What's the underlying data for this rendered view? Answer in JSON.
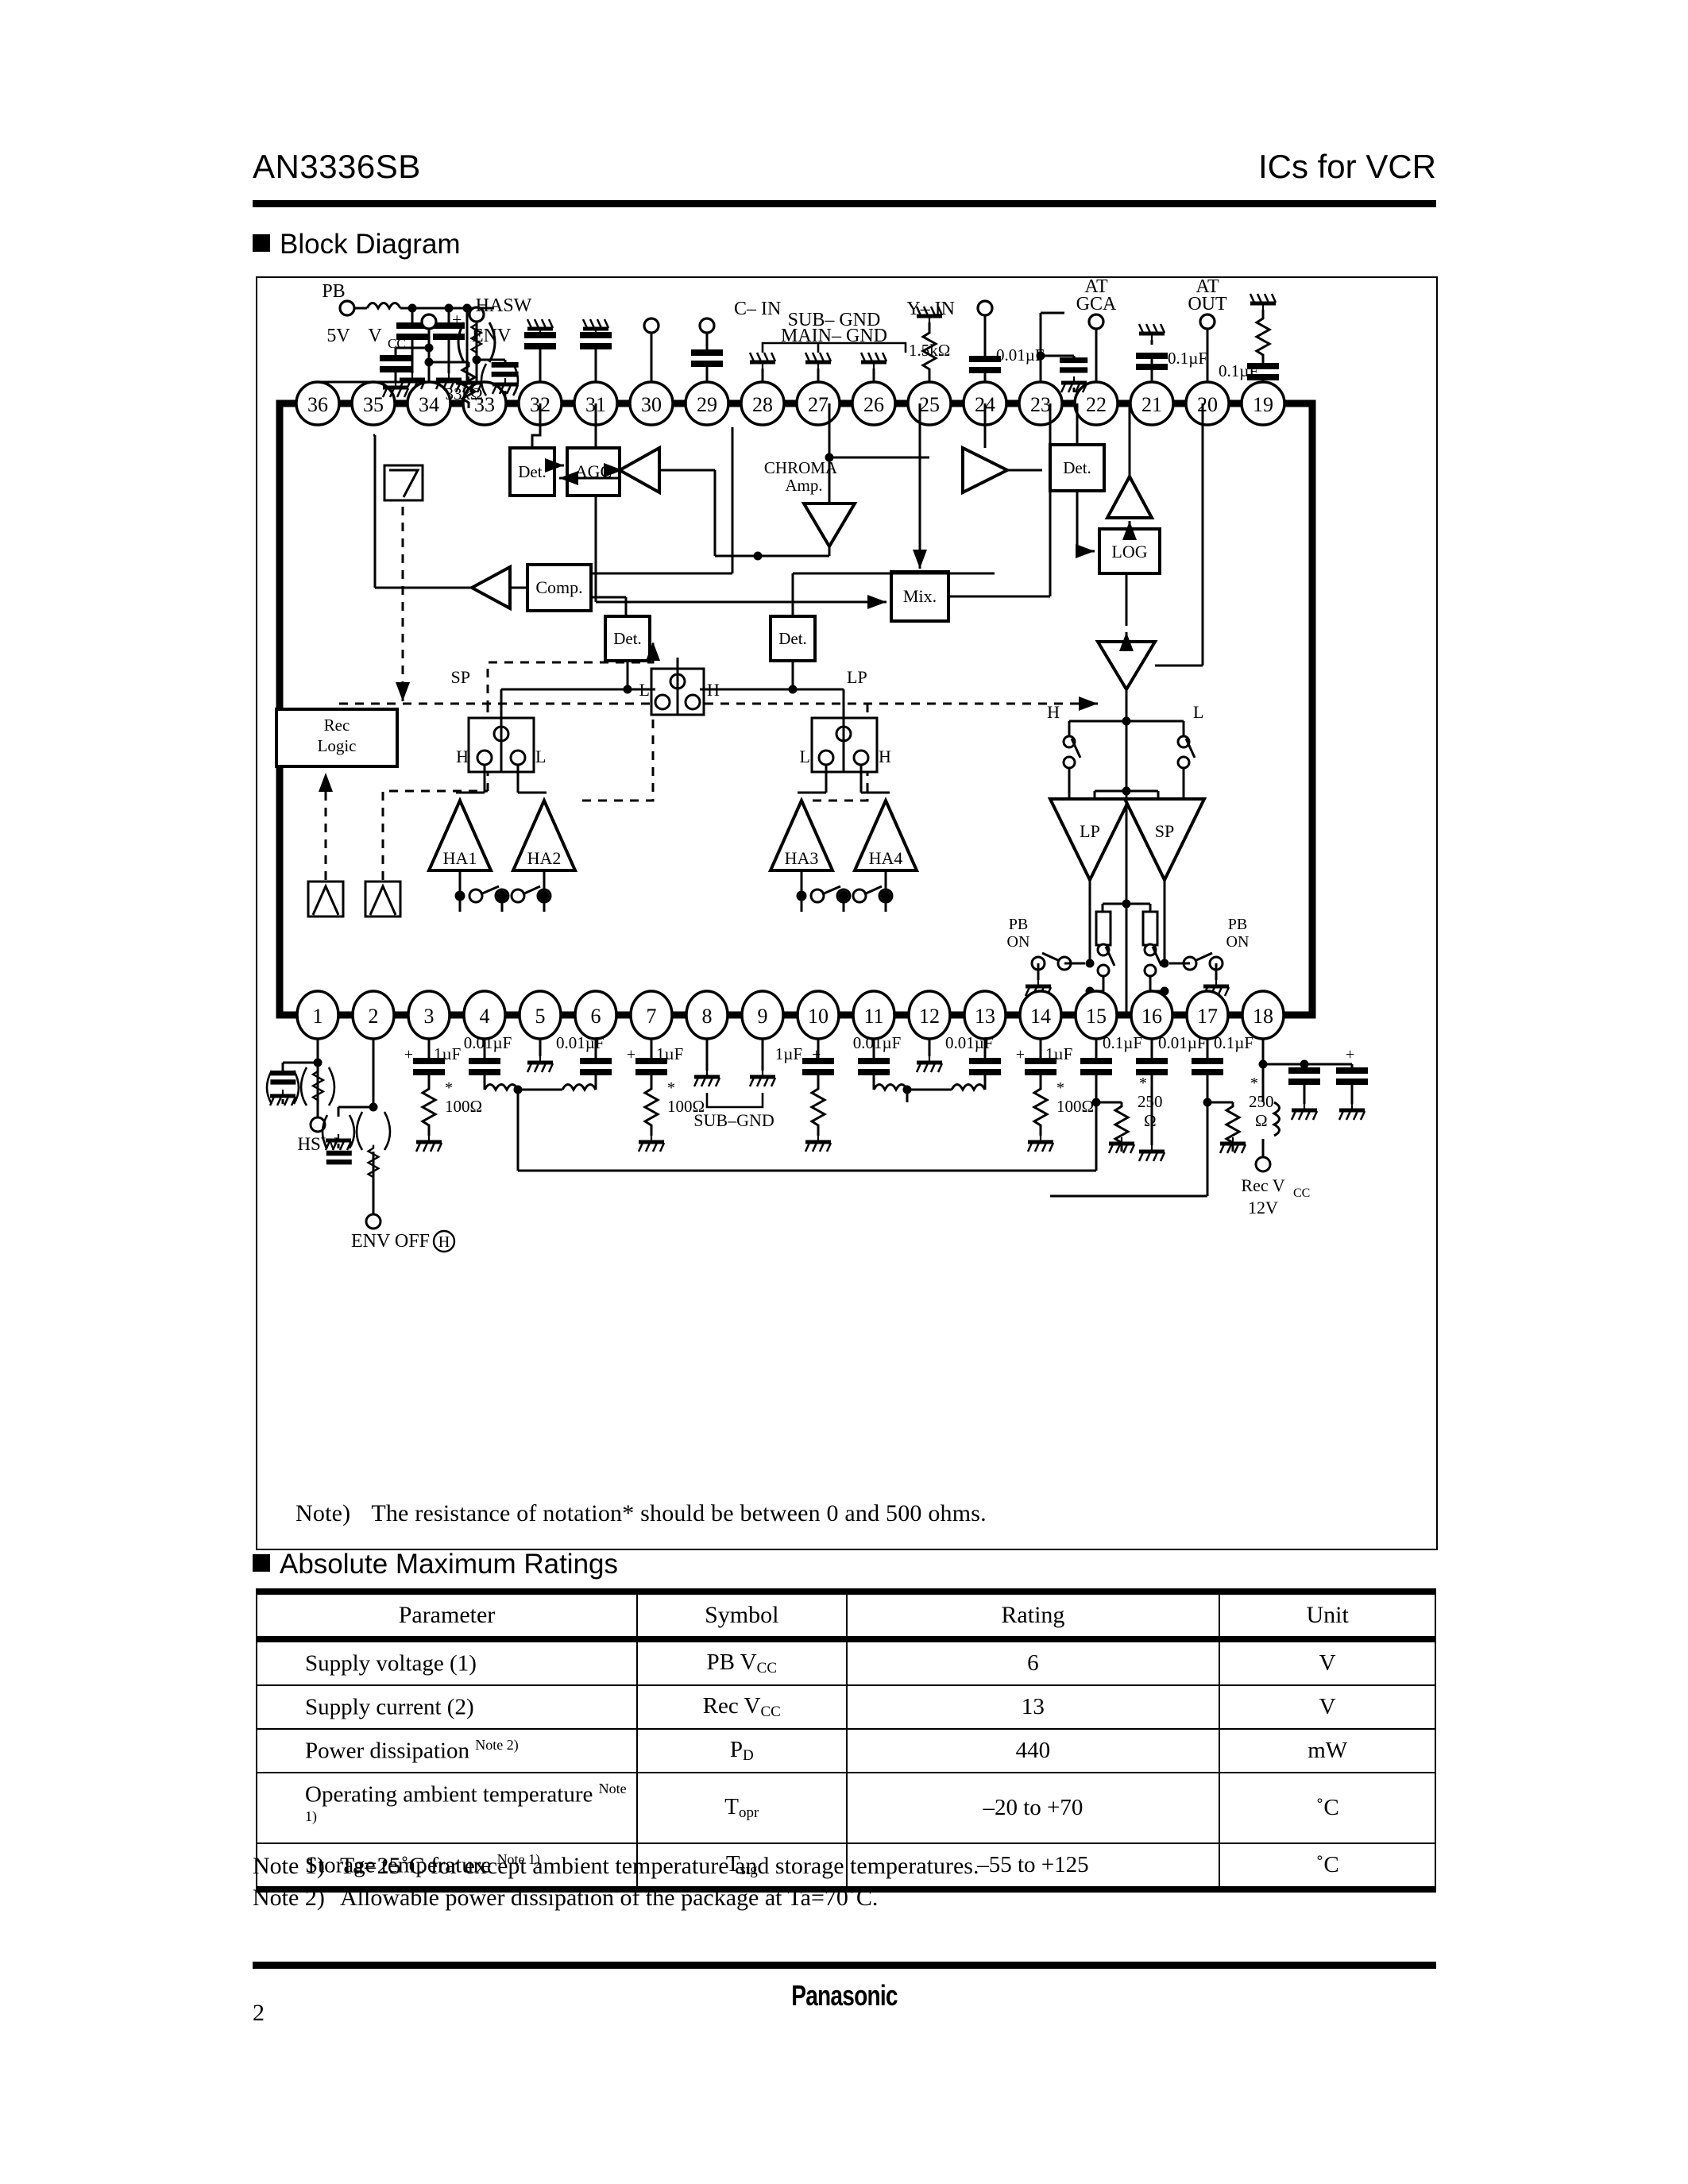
{
  "header": {
    "part_number": "AN3336SB",
    "category": "ICs for VCR"
  },
  "sections": {
    "block_diagram": "Block Diagram",
    "abs_max": "Absolute Maximum Ratings"
  },
  "diagram": {
    "inner_note": "Note)",
    "inner_note_text": "The resistance of notation* should be between 0 and 500 ohms.",
    "external_labels": {
      "pb": "PB",
      "five_v": "5V",
      "vcc": "V",
      "vcc_sub": "CC",
      "env": "ENV",
      "hasw": "HASW",
      "r33k": "33kΩ",
      "c_in": "C– IN",
      "sub_gnd": "SUB– GND",
      "main_gnd": "MAIN– GND",
      "r15k": "1.5kΩ",
      "y_in": "Y– IN",
      "c001_25": "0.01µF",
      "at_gca_1": "AT",
      "at_gca_2": "GCA",
      "at_out_1": "AT",
      "at_out_2": "OUT",
      "c01_22": "0.1µF",
      "c01_20": "0.1µF",
      "hsw": "HSW",
      "env_off": "ENV  OFF",
      "env_off_h": "H",
      "rec_vcc": "Rec V",
      "rec_vcc_sub": "CC",
      "rec_12v": "12V",
      "sub_gnd_bottom": "SUB–GND",
      "pb_on_left": "PB",
      "pb_on_left2": "ON",
      "pb_on_right": "PB",
      "pb_on_right2": "ON"
    },
    "internal_blocks": {
      "det1": "Det.",
      "agc": "AGC",
      "chroma_1": "CHROMA",
      "chroma_2": "Amp.",
      "mix": "Mix.",
      "det2": "Det.",
      "log": "LOG",
      "comp": "Comp.",
      "det3": "Det.",
      "det4": "Det.",
      "rec_1": "Rec",
      "rec_2": "Logic",
      "ha1": "HA1",
      "ha2": "HA2",
      "ha3": "HA3",
      "ha4": "HA4",
      "lp_amp": "LP",
      "sp_amp": "SP"
    },
    "switch_labels": {
      "sp": "SP",
      "lp": "LP",
      "h": "H",
      "l": "L"
    },
    "component_values": {
      "c_1uF": "1µF",
      "c_001uF": "0.01µF",
      "c_01uF": "0.1µF",
      "r_100": "100Ω",
      "r_250a": "250",
      "r_250b": "Ω",
      "plus": "+",
      "star": "*"
    },
    "pins_top": [
      "36",
      "35",
      "34",
      "33",
      "32",
      "31",
      "30",
      "29",
      "28",
      "27",
      "26",
      "25",
      "24",
      "23",
      "22",
      "21",
      "20",
      "19"
    ],
    "pins_bottom": [
      "1",
      "2",
      "3",
      "4",
      "5",
      "6",
      "7",
      "8",
      "9",
      "10",
      "11",
      "12",
      "13",
      "14",
      "15",
      "16",
      "17",
      "18"
    ]
  },
  "abs_max_table": {
    "columns": [
      "Parameter",
      "Symbol",
      "Rating",
      "Unit"
    ],
    "rows": [
      {
        "parameter": "Supply voltage (1)",
        "note": "",
        "symbol": "PB V",
        "symbol_sub": "CC",
        "rating": "6",
        "unit": "V"
      },
      {
        "parameter": "Supply current (2)",
        "note": "",
        "symbol": "Rec V",
        "symbol_sub": "CC",
        "rating": "13",
        "unit": "V"
      },
      {
        "parameter": "Power dissipation",
        "note": "Note 2)",
        "symbol": "P",
        "symbol_sub": "D",
        "rating": "440",
        "unit": "mW"
      },
      {
        "parameter": "Operating ambient temperature",
        "note": "Note 1)",
        "symbol": "T",
        "symbol_sub": "opr",
        "rating": "–20  to +70",
        "unit": "˚C"
      },
      {
        "parameter": "Storage temperature",
        "note": "Note 1)",
        "symbol": "T",
        "symbol_sub": "stg",
        "rating": "–55  to +125",
        "unit": "˚C"
      }
    ]
  },
  "footnotes": [
    {
      "label": "Note 1)",
      "text": "Ta=25˚C for except ambient temperature and storage temperatures."
    },
    {
      "label": "Note 2)",
      "text": "Allowable power dissipation of the package at Ta=70˚C."
    }
  ],
  "footer": {
    "brand": "Panasonic",
    "page_number": "2"
  }
}
